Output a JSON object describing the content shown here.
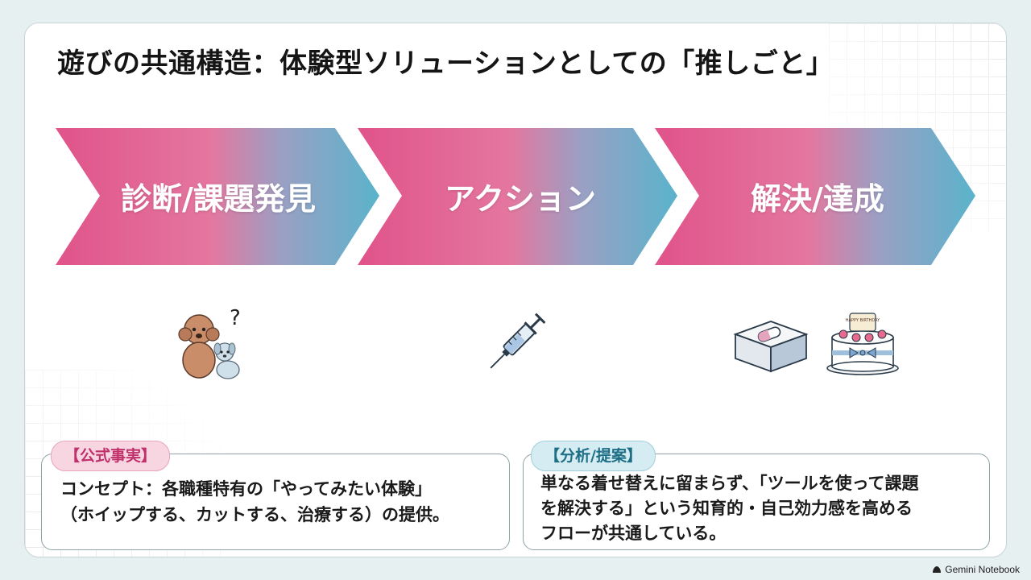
{
  "title": "遊びの共通構造：体験型ソリューションとしての「推しごと」",
  "steps": [
    {
      "label": "診断/課題発見",
      "icon": "dogs-question-icon"
    },
    {
      "label": "アクション",
      "icon": "syringe-icon"
    },
    {
      "label": "解決/達成",
      "icon": "medicine-box-and-cake-icon"
    }
  ],
  "cake_text": "HAPPY BIRTHDAY",
  "question_mark": "?",
  "boxes": {
    "facts": {
      "tag": "【公式事実】",
      "line1": "コンセプト：各職種特有の「やってみたい体験」",
      "line2": "（ホイップする、カットする、治療する）の提供。"
    },
    "analysis": {
      "tag": "【分析/提案】",
      "line1": "単なる着せ替えに留まらず、「ツールを使って課題",
      "line2": "を解決する」という知育的・自己効力感を高める",
      "line3": "フローが共通している。"
    }
  },
  "footer": "Gemini Notebook",
  "colors": {
    "pink": "#e0538a",
    "blue": "#5ab3cb",
    "tag_pink_bg": "#f7d6e2",
    "tag_blue_bg": "#d5ecf2"
  }
}
